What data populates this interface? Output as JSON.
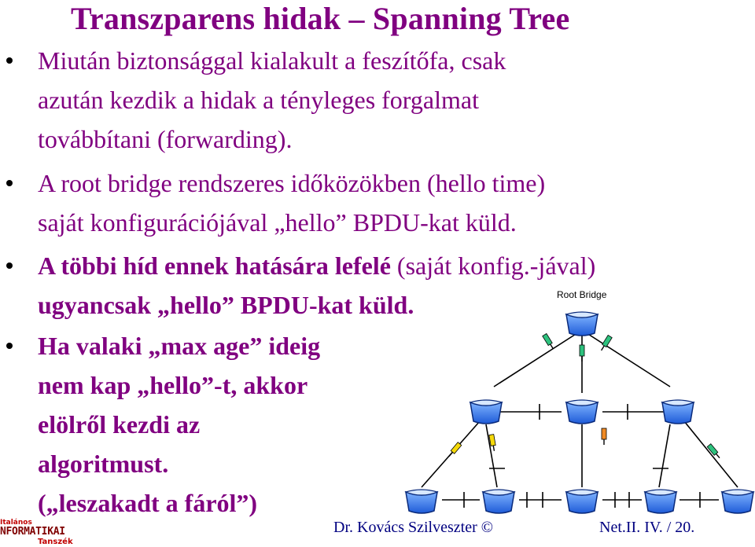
{
  "slide": {
    "title": "Transzparens hidak – Spanning Tree",
    "bullets": [
      {
        "lines": [
          {
            "parts": [
              {
                "text": "Miután biztonsággal kialakult a feszítőfa, csak",
                "weight": "normal"
              }
            ]
          },
          {
            "parts": [
              {
                "text": "azután kezdik a hidak a tényleges forgalmat",
                "weight": "normal"
              }
            ]
          },
          {
            "parts": [
              {
                "text": "továbbítani (forwarding).",
                "weight": "normal"
              }
            ]
          }
        ]
      },
      {
        "lines": [
          {
            "parts": [
              {
                "text": "A root bridge rendszeres időközökben (hello time)",
                "weight": "normal"
              }
            ]
          },
          {
            "parts": [
              {
                "text": "saját konfigurációjával „hello” BPDU-kat küld.",
                "weight": "normal"
              }
            ]
          }
        ]
      },
      {
        "lines": [
          {
            "parts": [
              {
                "text": "A többi híd ennek hatására lefelé ",
                "weight": "bold"
              },
              {
                "text": "(saját konfig.-jával)",
                "weight": "normal"
              }
            ]
          },
          {
            "parts": [
              {
                "text": "ugyancsak „hello” BPDU-kat küld.",
                "weight": "bold"
              }
            ]
          }
        ]
      },
      {
        "lines": [
          {
            "parts": [
              {
                "text": "Ha valaki „max age” ideig",
                "weight": "bold"
              }
            ]
          },
          {
            "parts": [
              {
                "text": "nem kap „hello”-t, akkor",
                "weight": "bold"
              }
            ]
          },
          {
            "parts": [
              {
                "text": "elölről kezdi az",
                "weight": "bold"
              }
            ]
          },
          {
            "parts": [
              {
                "text": "algoritmust.",
                "weight": "bold"
              }
            ]
          },
          {
            "parts": [
              {
                "text": "(„leszakadt a fáról”)",
                "weight": "bold"
              }
            ]
          }
        ]
      }
    ]
  },
  "diagram": {
    "root_label": "Root Bridge",
    "colors": {
      "bridge": "#1e5bd8",
      "bridge_light": "#7fb3ff",
      "msg_green": "#2ec27e",
      "msg_yellow": "#f5d90a",
      "msg_orange": "#f08a24"
    }
  },
  "footer": {
    "author": "Dr. Kovács Szilveszter ©",
    "page": "Net.II. IV. / 20.",
    "logo": {
      "line1": "Italános",
      "line2": "NFORMATIKAI",
      "line3": "Tanszék"
    }
  }
}
